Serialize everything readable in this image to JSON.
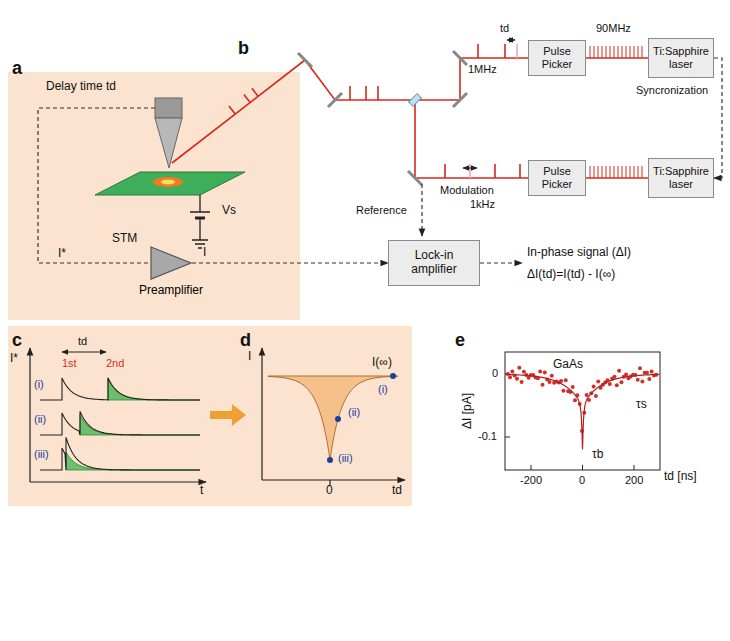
{
  "diagram": {
    "nodes": [
      {
        "text": [
          "Pulse Picker"
        ]
      },
      {
        "text": [
          "Ti:Sapphire laser"
        ]
      },
      {
        "text": [
          "Pulse Picker"
        ]
      },
      {
        "text": [
          "Ti:Sapphire laser"
        ]
      },
      {
        "text": [
          "Preamplifier"
        ]
      },
      {
        "text": [
          "Lock-in amplifier"
        ]
      }
    ],
    "edges": [
      {
        "from": 1,
        "to": 0,
        "arrow": "none"
      },
      {
        "from": 3,
        "to": 2,
        "arrow": "none"
      },
      {
        "from": 1,
        "to": 3,
        "arrow": "to"
      },
      {
        "from": 4,
        "to": 5,
        "arrow": "to"
      }
    ],
    "labels": [
      "a",
      "Delay time td",
      "Vs",
      "STM",
      "I*",
      "I",
      "b",
      "td",
      "1MHz",
      "90MHz",
      "Syncronization",
      "Modulation",
      "1kHz",
      "Reference",
      "In-phase signal (ΔI)",
      "ΔI(td)=I(td) - I(∞)",
      "c",
      "I*",
      "td",
      "1st",
      "2nd",
      "(i)",
      "(ii)",
      "(iii)",
      "t",
      "d",
      "I",
      "I(∞)",
      "(ii)",
      "(i)",
      "(iii)",
      "0",
      "td",
      "e",
      "GaAs",
      "ΔI [pA]",
      "0",
      "-0.1",
      "-200",
      "0",
      "200",
      "td [ns]",
      "τs",
      "τb"
    ]
  }
}
